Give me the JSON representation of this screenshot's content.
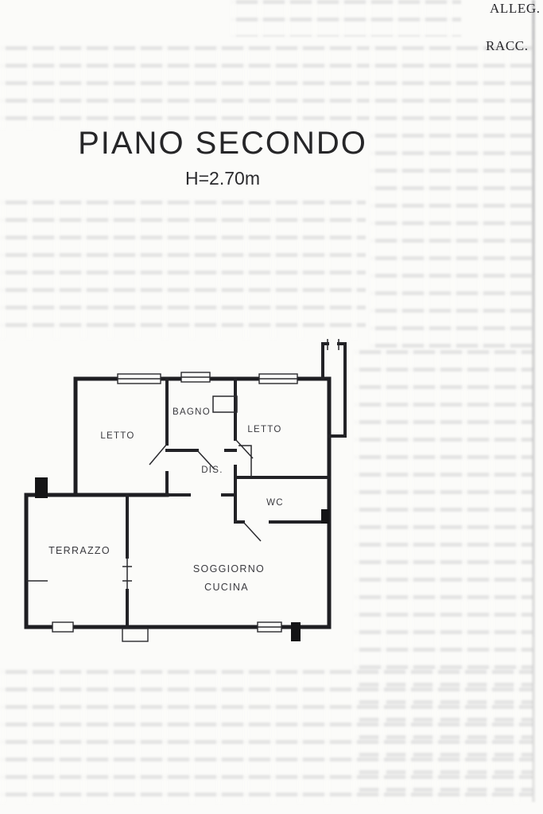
{
  "document": {
    "corner": {
      "alleg": "ALLEG.",
      "racc": "RACC."
    },
    "title": "PIANO SECONDO",
    "height_note": "H=2.70m"
  },
  "floor_plan": {
    "rooms": {
      "letto_left": "LETTO",
      "bagno": "BAGNO",
      "letto_right": "LETTO",
      "dis": "DIS.",
      "wc": "WC",
      "terrazzo": "TERRAZZO",
      "soggiorno_line1": "SOGGIORNO",
      "soggiorno_line2": "CUCINA"
    },
    "wall_color": "#1e1e22"
  }
}
